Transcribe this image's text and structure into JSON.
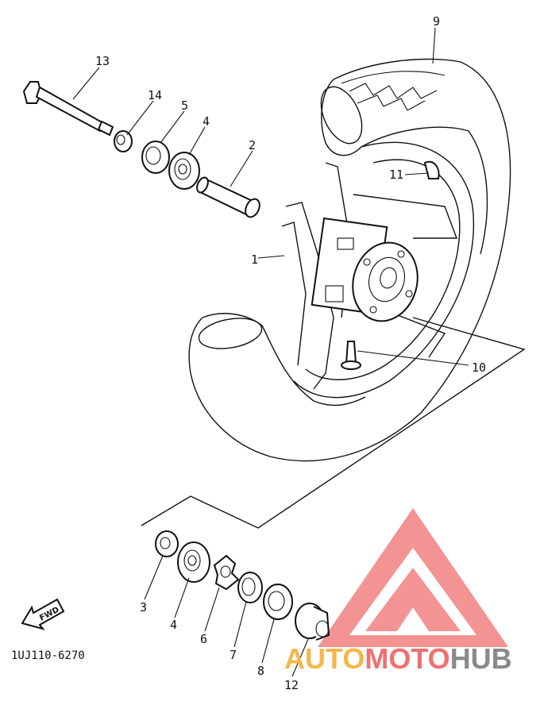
{
  "callouts": {
    "c1": "1",
    "c2": "2",
    "c3": "3",
    "c4a": "4",
    "c4b": "4",
    "c5": "5",
    "c6": "6",
    "c7": "7",
    "c8": "8",
    "c9": "9",
    "c10": "10",
    "c11": "11",
    "c12": "12",
    "c13": "13",
    "c14": "14"
  },
  "fwd_label": "FWD",
  "diagram_code": "1UJ110-6270",
  "watermark": {
    "part1": "AUTO",
    "part2": "MOTO",
    "part3": "HUB",
    "color_main": "#f06060",
    "color_light": "#f5b74a",
    "color_dark": "#8a8a8a"
  }
}
